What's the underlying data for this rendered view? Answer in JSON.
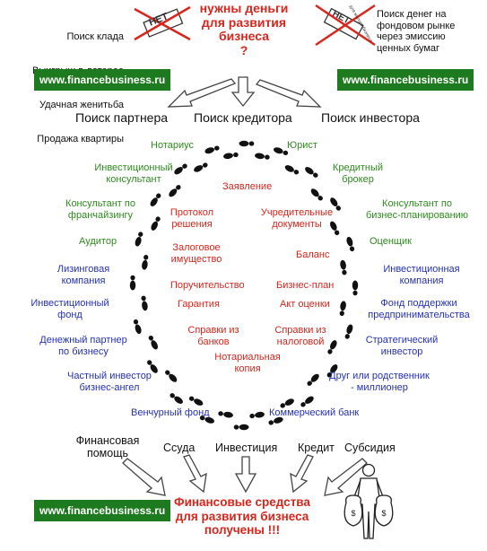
{
  "top_left_list": [
    "Поиск клада",
    "Выигрыш в лотерее",
    "Удачная женитьба",
    "Продажа квартиры"
  ],
  "top_left_stamp": "НЕТ",
  "top_right_list": [
    "Поиск денег на",
    "фондовом рынке",
    "через эмиссию",
    "ценных бумаг"
  ],
  "top_right_stamp": "НЕТ",
  "top_right_stamp_small": "для малого бизнеса",
  "header": "нужны деньги\nдля развития\nбизнеса\n?",
  "site": "www.financebusiness.ru",
  "paths": {
    "partner": "Поиск партнера",
    "creditor": "Поиск кредитора",
    "investor": "Поиск инвестора"
  },
  "green_left": [
    "Нотариус",
    "Инвестиционный\nконсультант",
    "Консультант по\nфранчайзингу",
    "Аудитор"
  ],
  "green_right": [
    "Юрист",
    "Кредитный\nброкер",
    "Консультант по\nбизнес-планированию",
    "Оценщик"
  ],
  "blue_left": [
    "Лизинговая\nкомпания",
    "Инвестиционный\nфонд",
    "Денежный партнер\nпо бизнесу",
    "Частный инвестор\nбизнес-ангел",
    "Венчурный фонд"
  ],
  "blue_right": [
    "Инвестиционная\nкомпания",
    "Фонд поддержки\nпредпринимательства",
    "Стратегический\nинвестор",
    "Друг или родственник\n- миллионер",
    "Коммерческий банк"
  ],
  "red_docs": {
    "statement": "Заявление",
    "protocol": "Протокол\nрешения",
    "founding": "Учредительные\nдокументы",
    "pledge": "Залоговое\nимущество",
    "balance": "Баланс",
    "surety": "Поручительство",
    "bizplan": "Бизнес-план",
    "guarantee": "Гарантия",
    "valuation": "Акт оценки",
    "bank_ref": "Справки из\nбанков",
    "tax_ref": "Справки из\nналоговой",
    "notary_copy": "Нотариальная\nкопия"
  },
  "financing_types": [
    "Финансовая\nпомощь",
    "Ссуда",
    "Инвестиция",
    "Кредит",
    "Субсидия"
  ],
  "result": "Финансовые средства\nдля развития бизнеса\nполучены !!!",
  "colors": {
    "green": "#2e8b1e",
    "blue": "#2531b5",
    "red": "#d8261c",
    "badge": "#1e7a1e"
  }
}
